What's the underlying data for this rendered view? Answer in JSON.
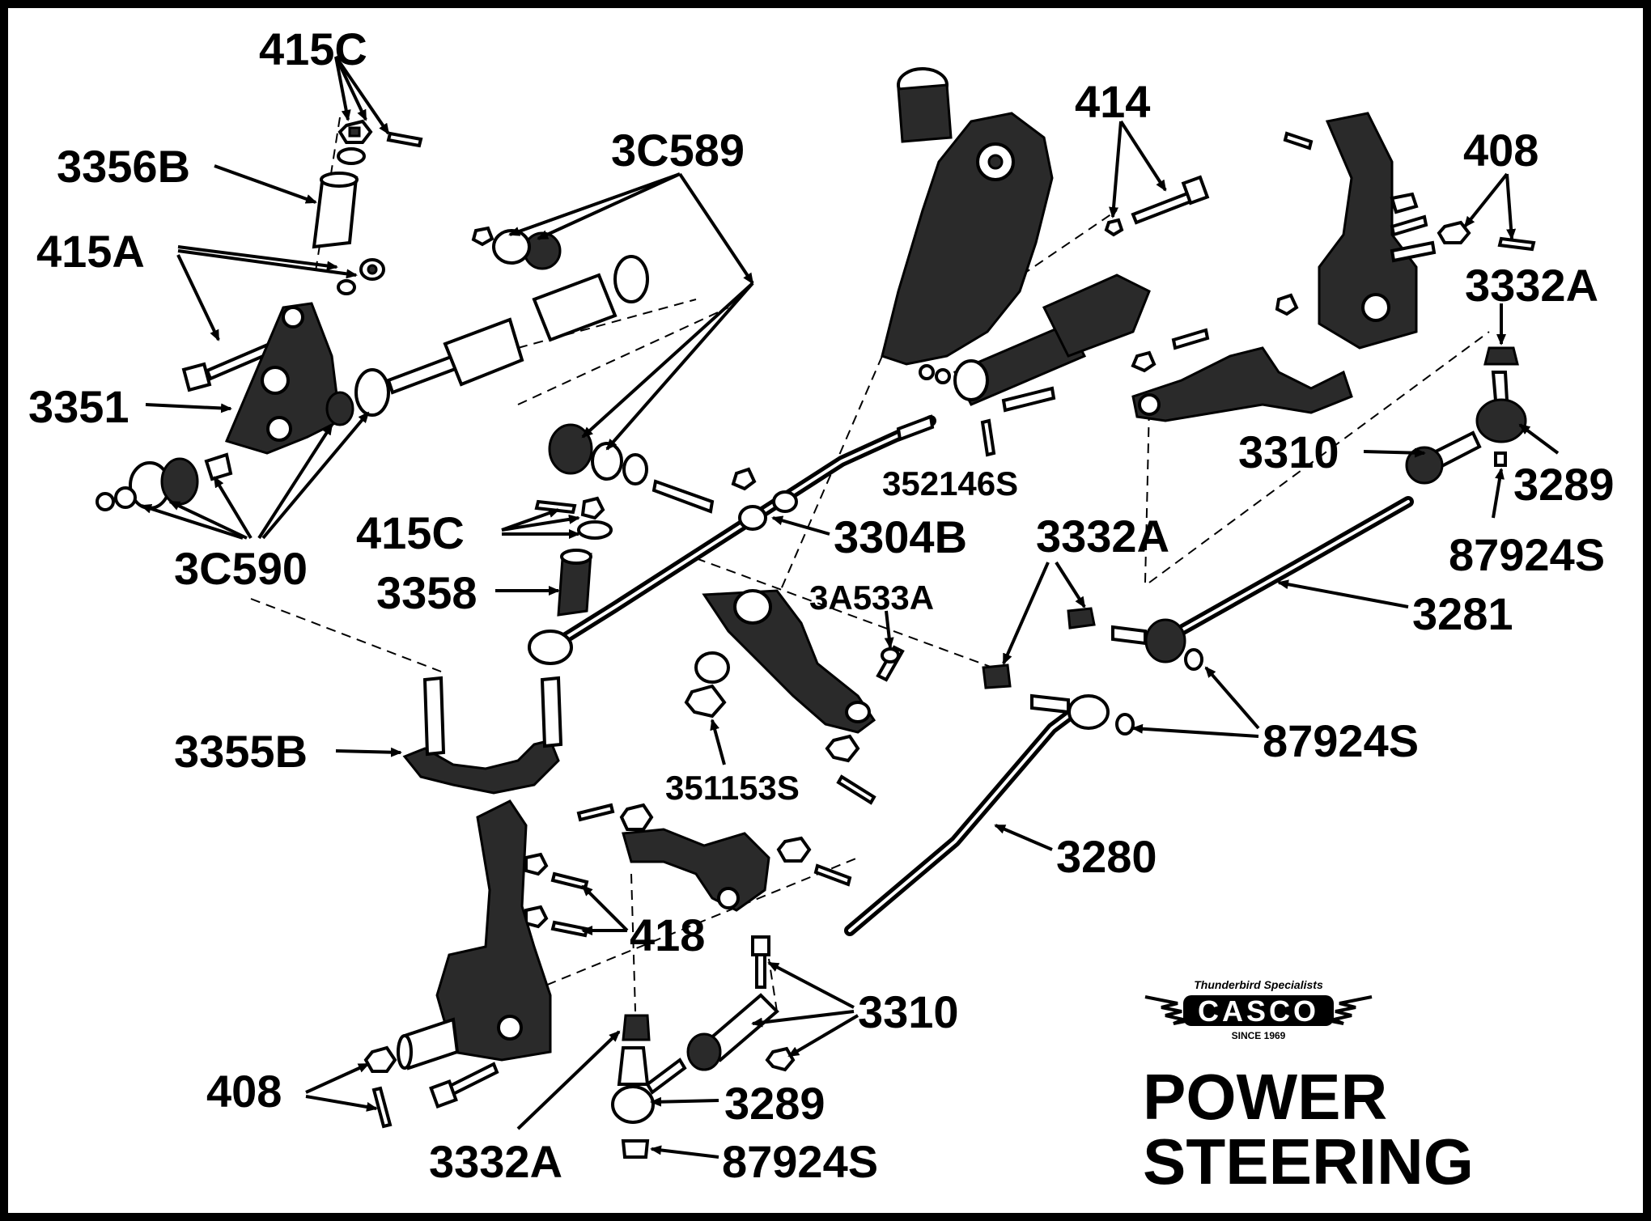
{
  "title": {
    "line1": "POWER",
    "line2": "STEERING"
  },
  "logo": {
    "tagline": "Thunderbird Specialists",
    "brand": "CASCO",
    "since": "SINCE 1969"
  },
  "labels": {
    "p415c_top": "415C",
    "p3356b": "3356B",
    "p415a": "415A",
    "p3351": "3351",
    "p3c590": "3C590",
    "p3c589": "3C589",
    "p415c_mid": "415C",
    "p3358": "3358",
    "p3355b": "3355B",
    "p3304b": "3304B",
    "p3a533a": "3A533A",
    "p351153s": "351153S",
    "p352146s": "352146S",
    "p414": "414",
    "p408_top": "408",
    "p3332a_top": "3332A",
    "p3310_top": "3310",
    "p3289_top": "3289",
    "p87924s_top": "87924S",
    "p3332a_mid": "3332A",
    "p3281": "3281",
    "p87924s_mid": "87924S",
    "p3280": "3280",
    "p418": "418",
    "p3310_bot": "3310",
    "p408_bot": "408",
    "p3289_bot": "3289",
    "p3332a_bot": "3332A",
    "p87924s_bot": "87924S"
  }
}
